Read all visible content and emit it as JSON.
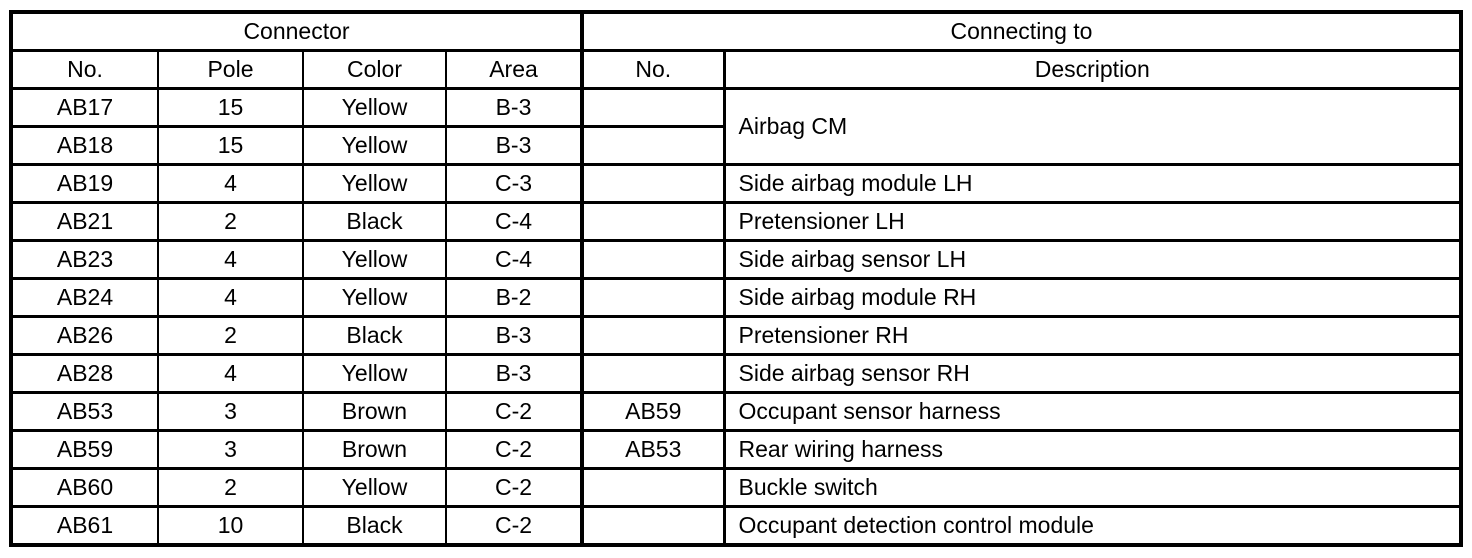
{
  "colors": {
    "background": "#ffffff",
    "border": "#000000",
    "text": "#000000"
  },
  "table": {
    "group_headers": [
      {
        "label": "Connector",
        "colspan": 4
      },
      {
        "label": "Connecting to",
        "colspan": 2
      }
    ],
    "column_headers": [
      "No.",
      "Pole",
      "Color",
      "Area",
      "No.",
      "Description"
    ],
    "rows": [
      {
        "no": "AB17",
        "pole": "15",
        "color": "Yellow",
        "area": "B-3",
        "connecting_no": "",
        "description": "Airbag CM",
        "description_rowspan": 2
      },
      {
        "no": "AB18",
        "pole": "15",
        "color": "Yellow",
        "area": "B-3",
        "connecting_no": "",
        "description": null
      },
      {
        "no": "AB19",
        "pole": "4",
        "color": "Yellow",
        "area": "C-3",
        "connecting_no": "",
        "description": "Side airbag module LH"
      },
      {
        "no": "AB21",
        "pole": "2",
        "color": "Black",
        "area": "C-4",
        "connecting_no": "",
        "description": "Pretensioner LH"
      },
      {
        "no": "AB23",
        "pole": "4",
        "color": "Yellow",
        "area": "C-4",
        "connecting_no": "",
        "description": "Side airbag sensor LH"
      },
      {
        "no": "AB24",
        "pole": "4",
        "color": "Yellow",
        "area": "B-2",
        "connecting_no": "",
        "description": "Side airbag module RH"
      },
      {
        "no": "AB26",
        "pole": "2",
        "color": "Black",
        "area": "B-3",
        "connecting_no": "",
        "description": "Pretensioner RH"
      },
      {
        "no": "AB28",
        "pole": "4",
        "color": "Yellow",
        "area": "B-3",
        "connecting_no": "",
        "description": "Side airbag sensor RH"
      },
      {
        "no": "AB53",
        "pole": "3",
        "color": "Brown",
        "area": "C-2",
        "connecting_no": "AB59",
        "description": "Occupant sensor harness"
      },
      {
        "no": "AB59",
        "pole": "3",
        "color": "Brown",
        "area": "C-2",
        "connecting_no": "AB53",
        "description": "Rear wiring harness"
      },
      {
        "no": "AB60",
        "pole": "2",
        "color": "Yellow",
        "area": "C-2",
        "connecting_no": "",
        "description": "Buckle switch"
      },
      {
        "no": "AB61",
        "pole": "10",
        "color": "Black",
        "area": "C-2",
        "connecting_no": "",
        "description": "Occupant detection control module"
      }
    ]
  }
}
